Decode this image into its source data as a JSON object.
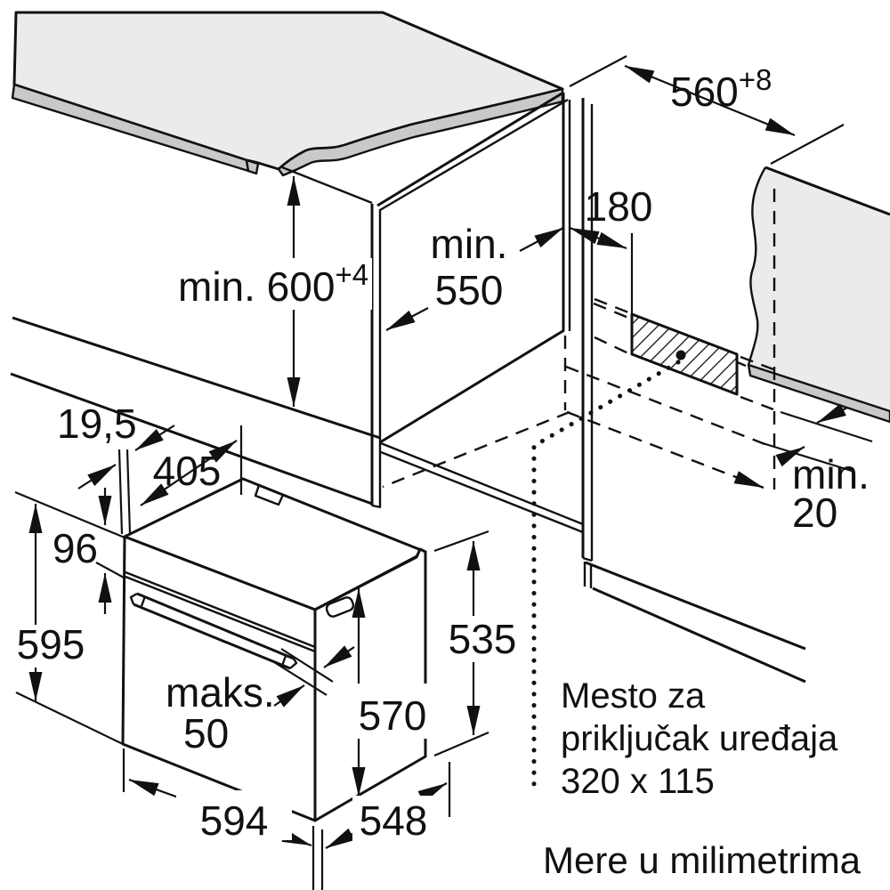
{
  "drawing": {
    "caption_units": "Mere u milimetrima",
    "connection_label": {
      "line1": "Mesto za",
      "line2": "priključak uređaja",
      "line3": "320 x 115"
    },
    "cabinet_dims": {
      "niche_width_main": "560",
      "niche_width_tol": "+8",
      "niche_height_main": "min. 600",
      "niche_height_tol": "+4",
      "niche_depth_line1": "min.",
      "niche_depth_line2": "550",
      "socket_offset": "180",
      "rear_gap_line1": "min.",
      "rear_gap_line2": "20"
    },
    "oven_dims": {
      "door_front_thickness": "19,5",
      "top_recess_depth": "405",
      "control_panel_height": "96",
      "total_height": "595",
      "handle_max_line1": "maks.",
      "handle_max_line2": "50",
      "carcass_depth": "570",
      "carcass_height": "535",
      "front_width": "594",
      "carcass_width": "548"
    },
    "colors": {
      "panel_fill": "#ebebeb",
      "edge_fill": "#c9c9c9",
      "line": "#111111",
      "background": "#ffffff"
    }
  }
}
